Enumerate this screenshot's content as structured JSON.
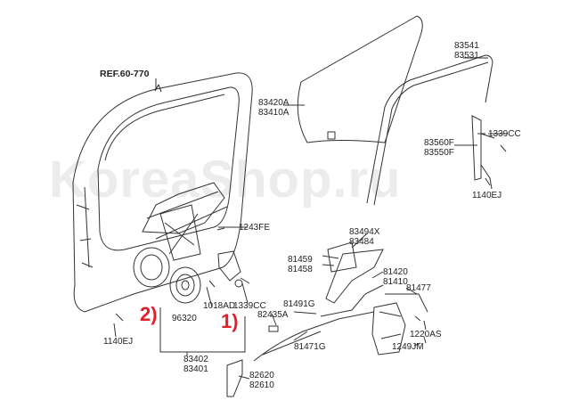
{
  "watermark": "KoreaShop.ru",
  "reference": "REF.60-770",
  "callouts": [
    "1)",
    "2)"
  ],
  "accent_color": "#e0202a",
  "parts": {
    "glass": [
      "83420A",
      "83410A"
    ],
    "channel": [
      "83541",
      "83531"
    ],
    "sash": [
      "83560F",
      "83550F"
    ],
    "bolt_1339cc_upper": "1339CC",
    "bolt_1140ej_right": "1140EJ",
    "bolt_1243fe": "1243FE",
    "handle_inner": [
      "83494X",
      "83484"
    ],
    "bracket": [
      "81459",
      "81458"
    ],
    "latch": [
      "81420",
      "81410"
    ],
    "rod_81477": "81477",
    "cable_81491g": "81491G",
    "cable_81471g": "81471G",
    "bolt_1220as": "1220AS",
    "bolt_1249jm": "1249JM",
    "speaker_1018ad": "1018AD",
    "speaker_96320": "96320",
    "bolt_1339cc_lower": "1339CC",
    "clip_82435a": "82435A",
    "regulator": [
      "83402",
      "83401"
    ],
    "handle_outer": [
      "82620",
      "82610"
    ],
    "bolt_1140ej_left": "1140EJ"
  }
}
